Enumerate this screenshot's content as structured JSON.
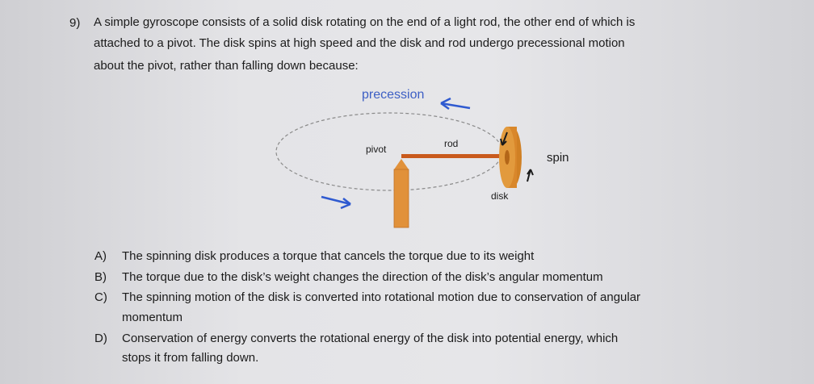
{
  "question": {
    "number": "9)",
    "lines": [
      "A simple gyroscope consists of a solid disk rotating on the end of a light rod, the other end of which is",
      "attached to a pivot. The disk spins at high speed and the disk and rod undergo precessional motion",
      "about the pivot, rather than falling down because:"
    ]
  },
  "diagram": {
    "labels": {
      "precession": "precession",
      "pivot": "pivot",
      "rod": "rod",
      "spin": "spin",
      "disk": "disk"
    },
    "colors": {
      "precession_label": "#3d5fc4",
      "arrow_blue": "#2f5ad0",
      "rod": "#c95a1c",
      "post": "#e1913a",
      "disk": "#d9872b",
      "orbit": "#8a8a8a"
    }
  },
  "options": [
    {
      "letter": "A)",
      "text": "The spinning disk produces a torque that cancels the torque due to its weight"
    },
    {
      "letter": "B)",
      "text": "The torque due to the disk’s weight changes the direction of the disk’s angular momentum"
    },
    {
      "letter": "C)",
      "text": "The spinning motion of the disk is converted into rotational motion due to conservation of angular",
      "text2": "momentum"
    },
    {
      "letter": "D)",
      "text": "Conservation of energy converts the rotational energy of the disk into potential energy, which",
      "text2": "stops it from falling down."
    }
  ]
}
